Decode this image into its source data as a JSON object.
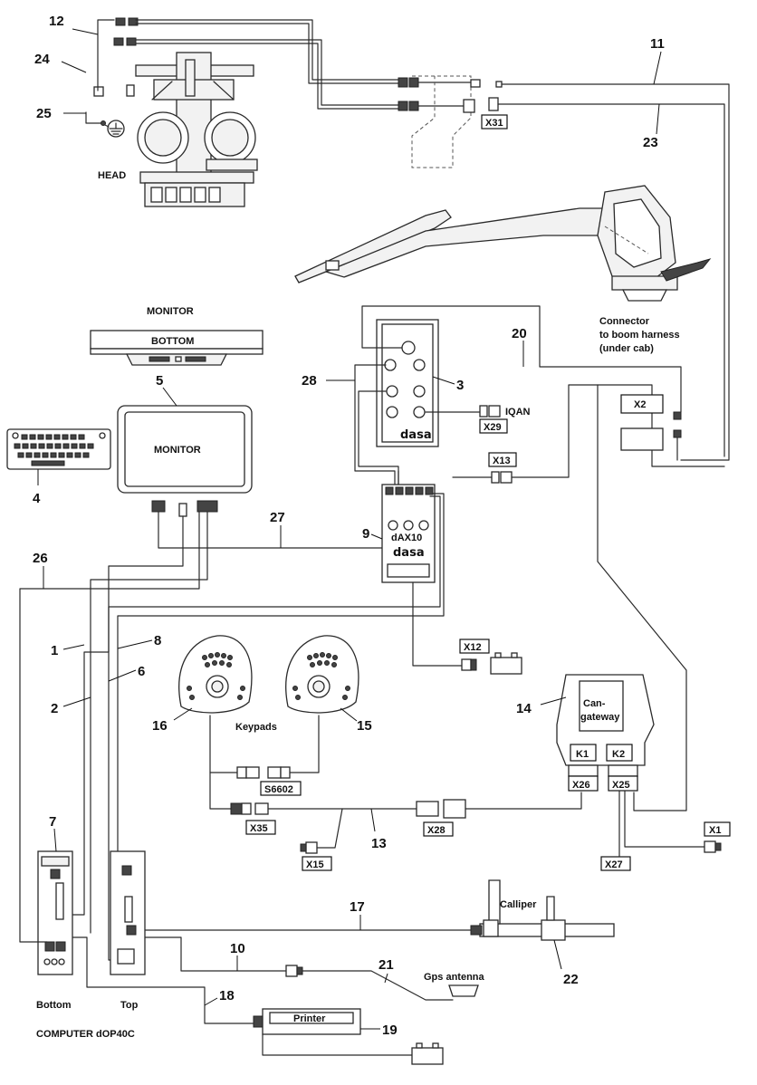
{
  "labels": {
    "head": "HEAD",
    "monitor_title": "MONITOR",
    "monitor_bottom": "BOTTOM",
    "monitor_screen": "MONITOR",
    "connector_line1": "Connector",
    "connector_line2": "to boom harness",
    "connector_line3": "(under cab)",
    "iqan": "IQAN",
    "dax10": "dAX10",
    "dasa": "dasa",
    "keypads": "Keypads",
    "can_gateway_1": "Can-",
    "can_gateway_2": "gateway",
    "k1": "K1",
    "k2": "K2",
    "calliper": "Calliper",
    "gps": "Gps antenna",
    "printer": "Printer",
    "bottom": "Bottom",
    "top": "Top",
    "computer": "COMPUTER  dOP40C"
  },
  "numbers": {
    "n1": "1",
    "n2": "2",
    "n3": "3",
    "n4": "4",
    "n5": "5",
    "n6": "6",
    "n7": "7",
    "n8": "8",
    "n9": "9",
    "n10": "10",
    "n11": "11",
    "n12": "12",
    "n13": "13",
    "n14": "14",
    "n15": "15",
    "n16": "16",
    "n17": "17",
    "n18": "18",
    "n19": "19",
    "n20": "20",
    "n21": "21",
    "n22": "22",
    "n23": "23",
    "n24": "24",
    "n25": "25",
    "n26": "26",
    "n27": "27",
    "n28": "28"
  },
  "connectors": {
    "x1": "X1",
    "x2": "X2",
    "x12": "X12",
    "x13": "X13",
    "x15": "X15",
    "x25": "X25",
    "x26": "X26",
    "x27": "X27",
    "x28": "X28",
    "x29": "X29",
    "x31": "X31",
    "x35": "X35",
    "s6602": "S6602"
  }
}
